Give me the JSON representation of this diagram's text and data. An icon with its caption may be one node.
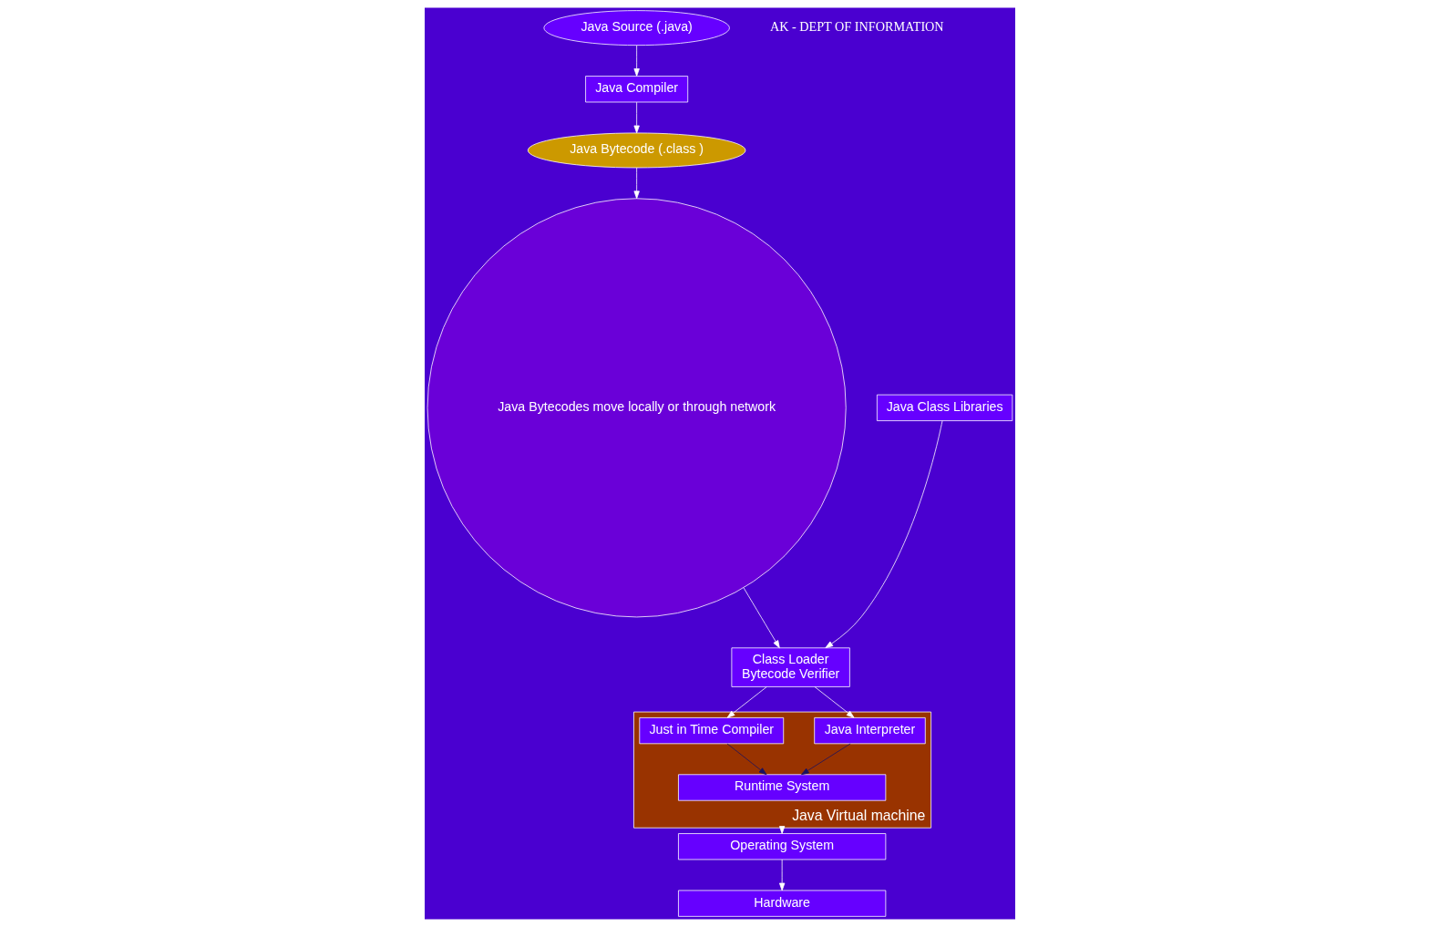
{
  "diagram": {
    "nodes": [
      {
        "text": [
          "Java Source (.java)"
        ]
      },
      {
        "text": [
          "Java Compiler"
        ]
      },
      {
        "text": [
          "Java Bytecode (.class )"
        ]
      },
      {
        "text": [
          "Java Bytecodes move locally or through network"
        ]
      },
      {
        "text": [
          "Class Loader",
          "Bytecode Verifier"
        ]
      },
      {
        "text": [
          "Java Class Libraries"
        ]
      },
      {
        "text": [
          "Java Virtual machine"
        ]
      },
      {
        "text": [
          "Java Interpreter"
        ],
        "in": 6
      },
      {
        "text": [
          "Just in Time Compiler"
        ],
        "in": 6
      },
      {
        "text": [
          "Runtime System"
        ],
        "in": 6
      },
      {
        "text": [
          "Operating System"
        ]
      },
      {
        "text": [
          "Hardware"
        ]
      }
    ],
    "edges": [
      {
        "from": 0,
        "to": 1,
        "arrow": "to"
      },
      {
        "from": 1,
        "to": 2,
        "arrow": "to"
      },
      {
        "from": 2,
        "to": 3,
        "arrow": "to"
      },
      {
        "from": 3,
        "to": 4,
        "arrow": "to"
      },
      {
        "from": 5,
        "to": 4,
        "arrow": "to"
      },
      {
        "from": 4,
        "to": 7,
        "arrow": "to"
      },
      {
        "from": 4,
        "to": 8,
        "arrow": "to"
      },
      {
        "from": 7,
        "to": 9,
        "arrow": "to",
        "color": "#1a1060"
      },
      {
        "from": 8,
        "to": 9,
        "arrow": "to",
        "color": "#1a1060"
      },
      {
        "from": 6,
        "to": 10,
        "arrow": "to"
      },
      {
        "from": 10,
        "to": 11,
        "arrow": "to"
      }
    ],
    "labels": [
      "AK - DEPT OF INFORMATION"
    ]
  }
}
